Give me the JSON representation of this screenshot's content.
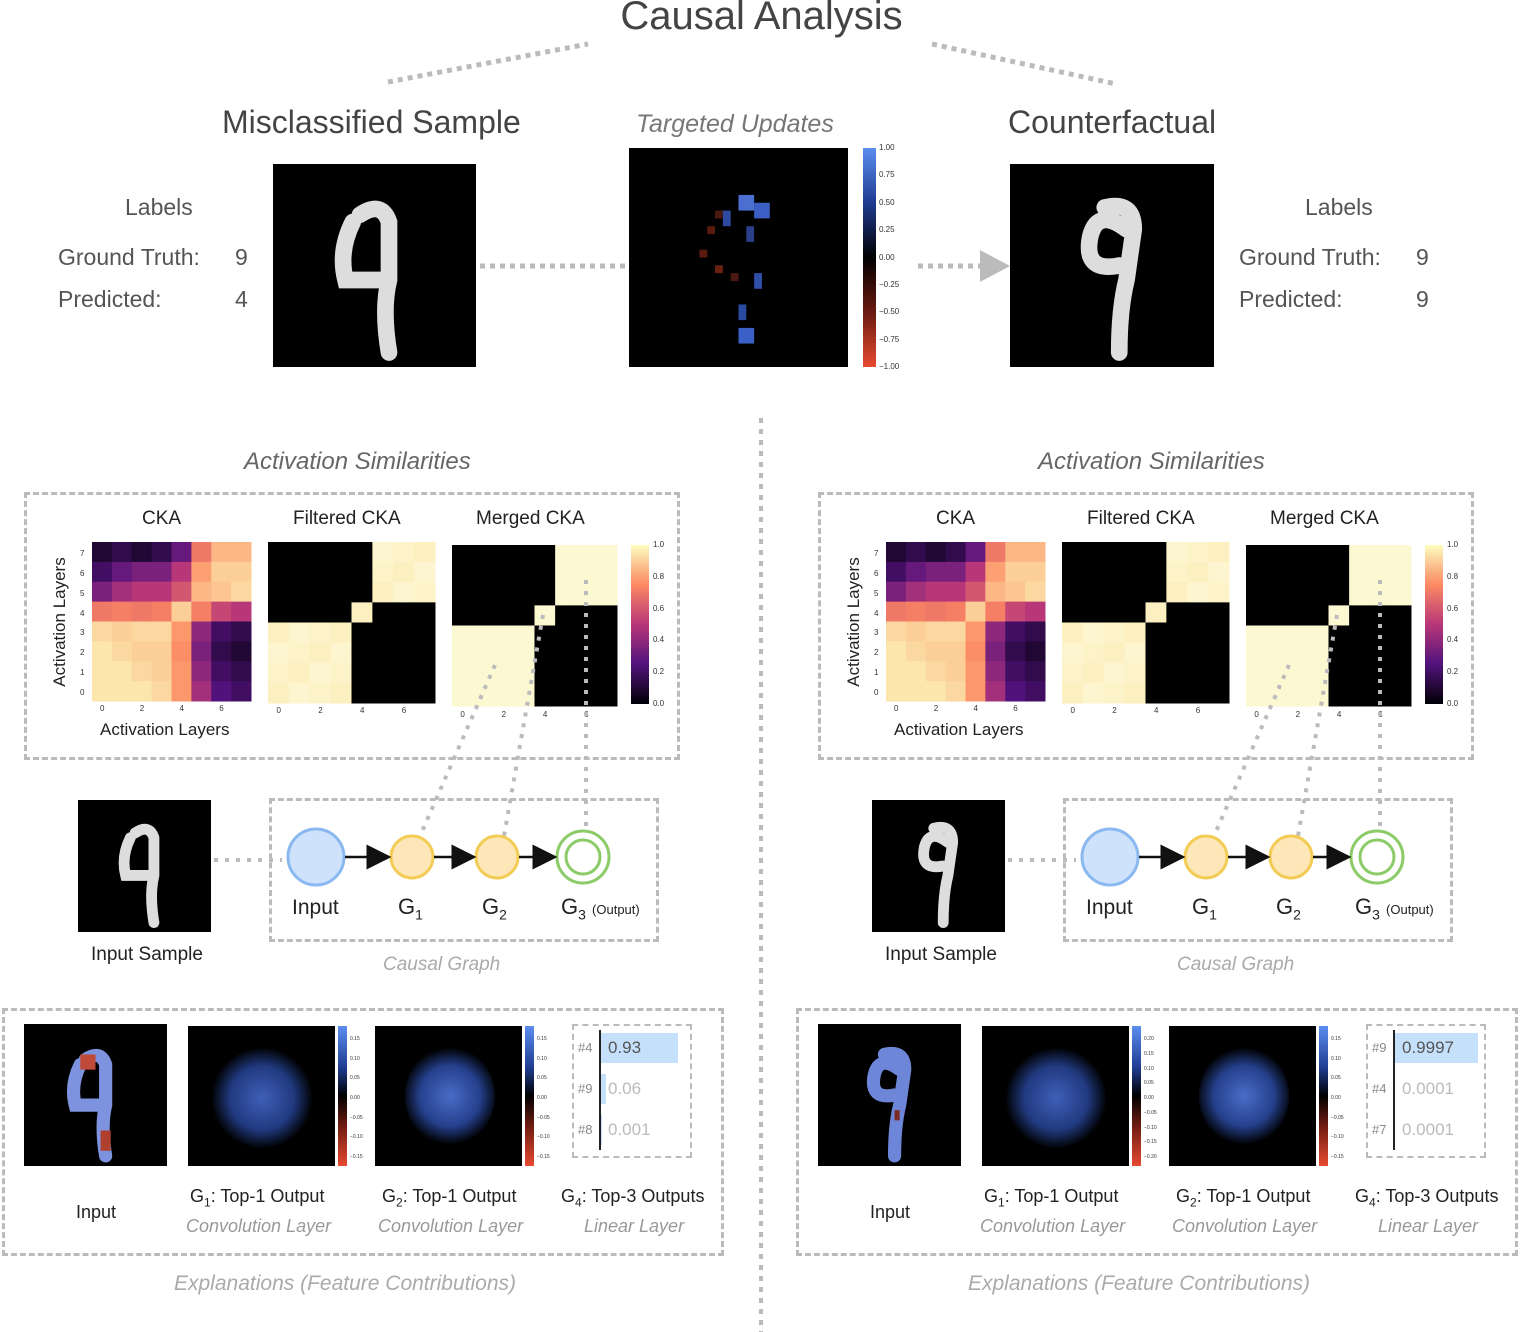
{
  "title": "Causal Analysis",
  "top": {
    "misclassified": {
      "heading": "Misclassified Sample",
      "labels_title": "Labels",
      "gt_label": "Ground Truth:",
      "gt_value": "9",
      "pred_label": "Predicted:",
      "pred_value": "4"
    },
    "updates": {
      "heading": "Targeted Updates",
      "colorbar_ticks": [
        "1.00",
        "0.75",
        "0.50",
        "0.25",
        "0.00",
        "−0.25",
        "−0.50",
        "−0.75",
        "−1.00"
      ]
    },
    "counterfactual": {
      "heading": "Counterfactual",
      "labels_title": "Labels",
      "gt_label": "Ground Truth:",
      "gt_value": "9",
      "pred_label": "Predicted:",
      "pred_value": "9"
    }
  },
  "panels": [
    {
      "similarities_title": "Activation Similarities",
      "cka_titles": [
        "CKA",
        "Filtered CKA",
        "Merged CKA"
      ],
      "ylabel": "Activation Layers",
      "xlabel": "Activation Layers",
      "y_ticks": [
        "7",
        "6",
        "5",
        "4",
        "3",
        "2",
        "1",
        "0"
      ],
      "x_ticks": [
        "0",
        "2",
        "4",
        "6"
      ],
      "cbar_ticks": [
        "1.0",
        "0.8",
        "0.6",
        "0.4",
        "0.2",
        "0.0"
      ],
      "input_sample_label": "Input Sample",
      "graph_nodes": [
        "Input",
        "G",
        "G",
        "G"
      ],
      "graph_subs": [
        "",
        "1",
        "2",
        "3"
      ],
      "output_note": "(Output)",
      "graph_caption": "Causal Graph",
      "expl_input": "Input",
      "g1_label": "G",
      "g1_sub": "1",
      "g1_rest": ": Top-1 Output",
      "g1_layer": "Convolution Layer",
      "g2_label": "G",
      "g2_sub": "2",
      "g2_rest": ": Top-1 Output",
      "g2_layer": "Convolution Layer",
      "g4_label": "G",
      "g4_sub": "4",
      "g4_rest": ": Top-3 Outputs",
      "g4_layer": "Linear Layer",
      "g1_cbar": [
        "0.15",
        "0.10",
        "0.05",
        "0.00",
        "−0.05",
        "−0.10",
        "−0.15"
      ],
      "g2_cbar": [
        "0.15",
        "0.10",
        "0.05",
        "0.00",
        "−0.05",
        "−0.10",
        "−0.15"
      ],
      "top3": [
        {
          "cls": "#4",
          "val": "0.93",
          "frac": 0.93
        },
        {
          "cls": "#9",
          "val": "0.06",
          "frac": 0.06
        },
        {
          "cls": "#8",
          "val": "0.001",
          "frac": 0.001
        }
      ],
      "expl_caption": "Explanations (Feature Contributions)"
    },
    {
      "similarities_title": "Activation Similarities",
      "cka_titles": [
        "CKA",
        "Filtered CKA",
        "Merged CKA"
      ],
      "ylabel": "Activation Layers",
      "xlabel": "Activation Layers",
      "y_ticks": [
        "7",
        "6",
        "5",
        "4",
        "3",
        "2",
        "1",
        "0"
      ],
      "x_ticks": [
        "0",
        "2",
        "4",
        "6"
      ],
      "cbar_ticks": [
        "1.0",
        "0.8",
        "0.6",
        "0.4",
        "0.2",
        "0.0"
      ],
      "input_sample_label": "Input Sample",
      "graph_nodes": [
        "Input",
        "G",
        "G",
        "G"
      ],
      "graph_subs": [
        "",
        "1",
        "2",
        "3"
      ],
      "output_note": "(Output)",
      "graph_caption": "Causal Graph",
      "expl_input": "Input",
      "g1_label": "G",
      "g1_sub": "1",
      "g1_rest": ": Top-1 Output",
      "g1_layer": "Convolution Layer",
      "g2_label": "G",
      "g2_sub": "2",
      "g2_rest": ": Top-1 Output",
      "g2_layer": "Convolution Layer",
      "g4_label": "G",
      "g4_sub": "4",
      "g4_rest": ": Top-3 Outputs",
      "g4_layer": "Linear Layer",
      "g1_cbar": [
        "0.20",
        "0.15",
        "0.10",
        "0.05",
        "0.00",
        "−0.05",
        "−0.10",
        "−0.15",
        "−0.20"
      ],
      "g2_cbar": [
        "0.15",
        "0.10",
        "0.05",
        "0.00",
        "−0.05",
        "−0.10",
        "−0.15"
      ],
      "top3": [
        {
          "cls": "#9",
          "val": "0.9997",
          "frac": 0.9997
        },
        {
          "cls": "#4",
          "val": "0.0001",
          "frac": 0.0001
        },
        {
          "cls": "#7",
          "val": "0.0001",
          "frac": 0.0001
        }
      ],
      "expl_caption": "Explanations (Feature Contributions)"
    }
  ],
  "colors": {
    "node_input": "#cfe2fb",
    "node_input_stroke": "#8ab8f0",
    "node_g": "#fde7b8",
    "node_g_stroke": "#f3cc55",
    "node_out_stroke": "#8bcb68",
    "bar": "#c5e0fb",
    "dash": "#bbbbbb"
  }
}
